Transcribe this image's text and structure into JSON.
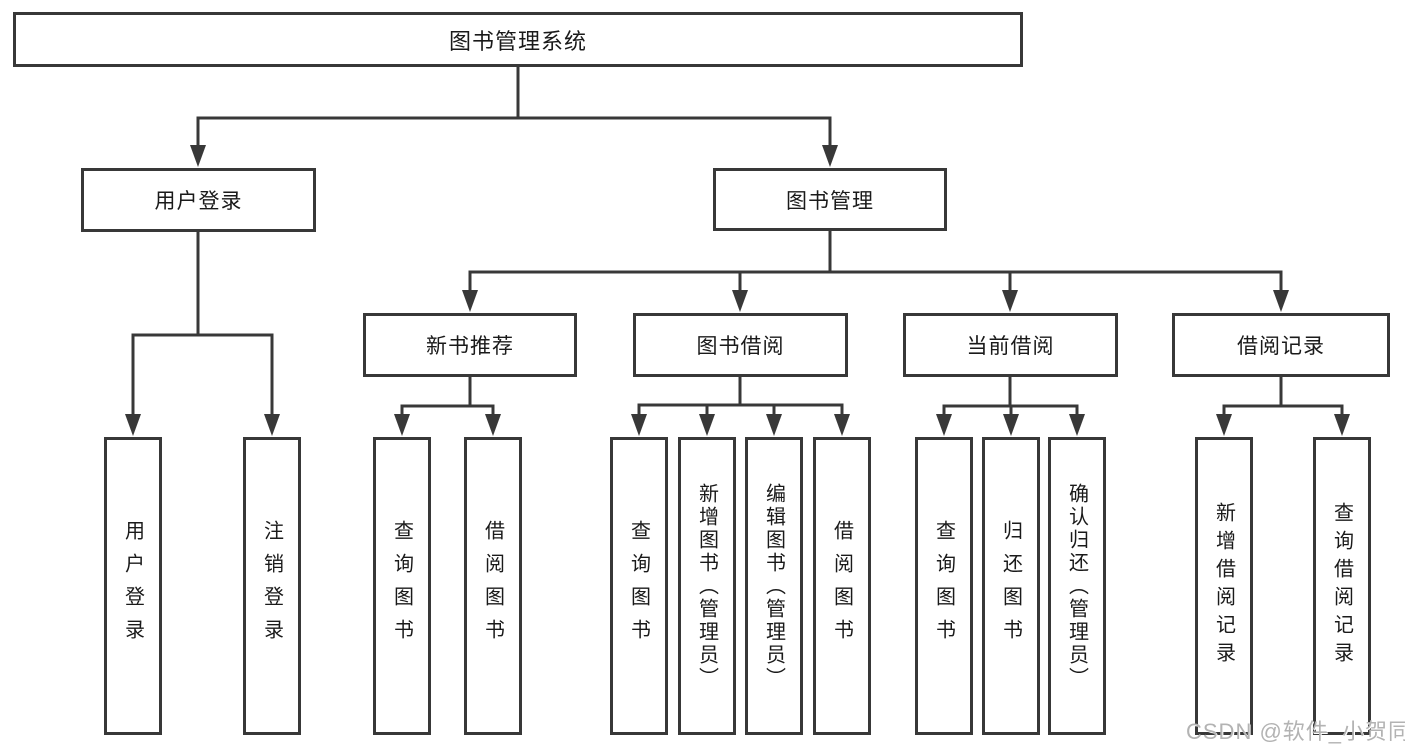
{
  "diagram": {
    "root": {
      "label": "图书管理系统"
    },
    "branches": [
      {
        "label": "用户登录",
        "children": [
          {
            "label": "用户登录"
          },
          {
            "label": "注销登录"
          }
        ]
      },
      {
        "label": "图书管理",
        "children": [
          {
            "label": "新书推荐",
            "children": [
              {
                "label": "查询图书"
              },
              {
                "label": "借阅图书"
              }
            ]
          },
          {
            "label": "图书借阅",
            "children": [
              {
                "label": "查询图书"
              },
              {
                "label": "新增图书（管理员）"
              },
              {
                "label": "编辑图书（管理员）"
              },
              {
                "label": "借阅图书"
              }
            ]
          },
          {
            "label": "当前借阅",
            "children": [
              {
                "label": "查询图书"
              },
              {
                "label": "归还图书"
              },
              {
                "label": "确认归还（管理员）"
              }
            ]
          },
          {
            "label": "借阅记录",
            "children": [
              {
                "label": "新增借阅记录"
              },
              {
                "label": "查询借阅记录"
              }
            ]
          }
        ]
      }
    ]
  },
  "watermark": {
    "text": "CSDN @软件_小贺同学"
  },
  "colors": {
    "line": "#383838",
    "box_border": "#383838",
    "text": "#1a1a1a",
    "watermark": "#b3b3b3",
    "background": "#ffffff"
  }
}
